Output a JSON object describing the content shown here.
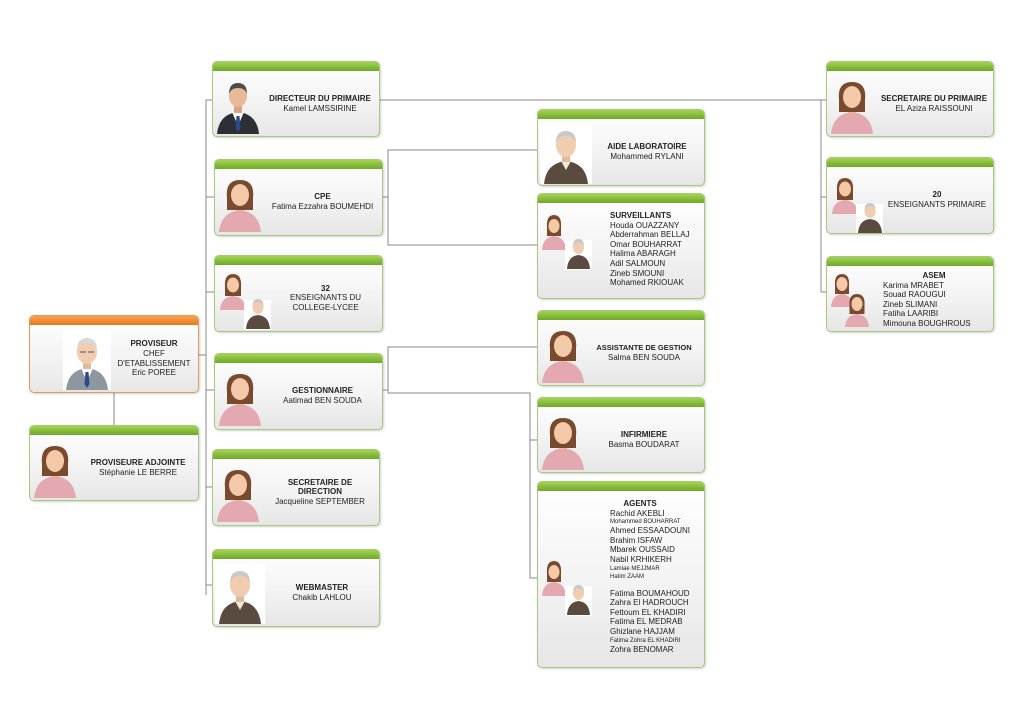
{
  "colors": {
    "header_green": "#7cb83a",
    "header_orange": "#f08a2a",
    "connector": "#8a8a8a"
  },
  "nodes": {
    "proviseur": {
      "title": "PROVISEUR",
      "lines": [
        "CHEF D'ETABLISSEMENT",
        "Eric POREE"
      ]
    },
    "proviseure_adjointe": {
      "title": "PROVISEURE ADJOINTE",
      "name": "Stéphanie LE BERRE"
    },
    "directeur_primaire": {
      "title": "DIRECTEUR DU PRIMAIRE",
      "name": "Kamel LAMSSIRINE"
    },
    "cpe": {
      "title": "CPE",
      "name": "Fatima Ezzahra BOUMEHDI"
    },
    "enseignants_college": {
      "count": "32",
      "label": "ENSEIGNANTS DU COLLEGE-LYCEE"
    },
    "gestionnaire": {
      "title": "GESTIONNAIRE",
      "name": "Aatimad BEN SOUDA"
    },
    "secretaire_direction": {
      "title": "SECRETAIRE DE DIRECTION",
      "name": "Jacqueline SEPTEMBER"
    },
    "webmaster": {
      "title": "WEBMASTER",
      "name": "Chakib LAHLOU"
    },
    "aide_laboratoire": {
      "title": "AIDE LABORATOIRE",
      "name": "Mohammed RYLANI"
    },
    "surveillants": {
      "title": "SURVEILLANTS",
      "members": [
        "Houda OUAZZANY",
        "Abderrahman BELLAJ",
        "Omar BOUHARRAT",
        "Halima ABARAGH",
        "Adil SALMOUN",
        "Zineb SMOUNI",
        "Mohamed RKIOUAK"
      ]
    },
    "assistante_gestion": {
      "title": "ASSISTANTE DE GESTION",
      "name": "Salma BEN SOUDA"
    },
    "infirmiere": {
      "title": "INFIRMIERE",
      "name": "Basma BOUDARAT"
    },
    "agents": {
      "title": "AGENTS",
      "group1": [
        "Rachid AKEBLI",
        "Mohammed BOUHARRAT",
        "Ahmed ESSAADOUNI",
        "Brahim ISFAW",
        "Mbarek OUSSAID",
        "Nabil KRHIKERH",
        "Lamiae MEJJMAR",
        "Hatim ZAAM"
      ],
      "group2": [
        "Fatima BOUMAHOUD",
        "Zahra El HADROUCH",
        "Fettoum EL KHADIRI",
        "Fatima EL MEDRAB",
        "Ghizlane HAJJAM",
        "Fatima Zohra EL KHADIRI",
        "Zohra BENOMAR"
      ]
    },
    "secretaire_primaire": {
      "title": "SECRETAIRE DU PRIMAIRE",
      "name": "EL Aziza RAISSOUNI"
    },
    "enseignants_primaire": {
      "count": "20",
      "label": "ENSEIGNANTS PRIMAIRE"
    },
    "asem": {
      "title": "ASEM",
      "members": [
        "Karima MRABET",
        "Souad RAOUGUI",
        "Zineb SLIMANI",
        "Fatiha LAARIBI",
        "Mimouna BOUGHROUS"
      ]
    }
  }
}
